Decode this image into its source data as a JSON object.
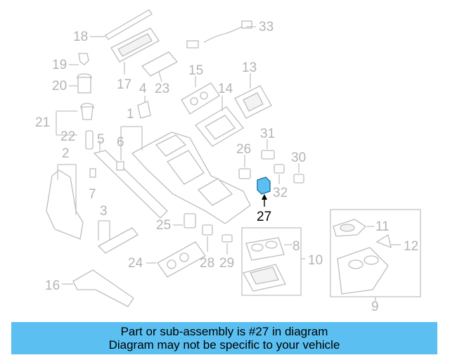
{
  "diagram": {
    "callouts": [
      "18",
      "33",
      "19",
      "20",
      "17",
      "4",
      "23",
      "15",
      "13",
      "14",
      "21",
      "22",
      "1",
      "5",
      "6",
      "31",
      "26",
      "30",
      "2",
      "27",
      "32",
      "7",
      "3",
      "25",
      "28",
      "29",
      "24",
      "8",
      "10",
      "11",
      "12",
      "9",
      "16"
    ],
    "highlighted_callout": "27",
    "colors": {
      "highlight_part": "#5bc0f1",
      "linework": "#bdbdbd",
      "banner": "#5bc0f1"
    }
  },
  "banner": {
    "line1": "Part or sub-assembly is #27 in diagram",
    "line2": "Diagram may not be specific to your vehicle"
  }
}
